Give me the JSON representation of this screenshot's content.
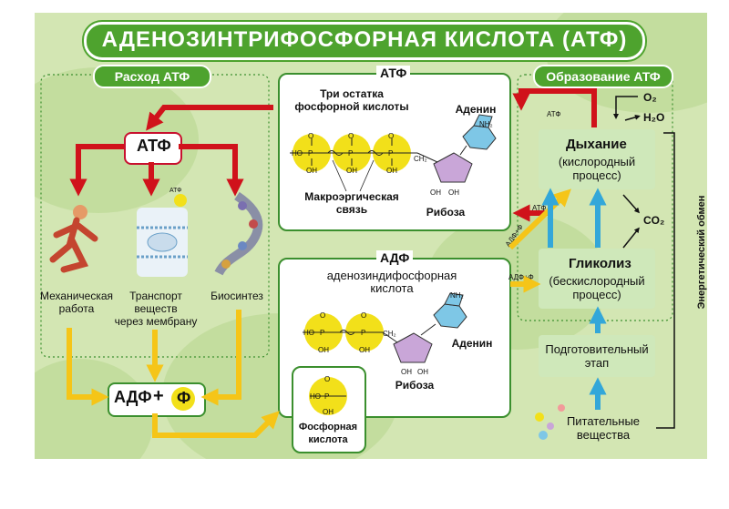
{
  "title": "АДЕНОЗИНТРИФОСФОРНАЯ КИСЛОТА (АТФ)",
  "left": {
    "header": "Расход АТФ",
    "atp_label": "АТФ",
    "uses": [
      {
        "label": "Механическая\nработа"
      },
      {
        "label": "Транспорт\nвеществ\nчерез мембрану"
      },
      {
        "label": "Биосинтез"
      }
    ],
    "adp_label": "АДФ",
    "plus": "+",
    "phi": "Ф",
    "atf_badge": "АТФ"
  },
  "atp_box": {
    "title": "АТФ",
    "three_residues": "Три остатка\nфосфорной кислоты",
    "adenine": "Аденин",
    "macro_bond": "Макроэргическая\nсвязь",
    "ribose": "Рибоза"
  },
  "adp_box": {
    "title": "АДФ",
    "subtitle": "аденозиндифосфорная\nкислота",
    "adenine": "Аденин",
    "ribose": "Рибоза"
  },
  "phosphoric": {
    "label": "Фосфорная\nкислота"
  },
  "right": {
    "header": "Образование АТФ",
    "o2": "O₂",
    "h2o": "H₂O",
    "co2": "CO₂",
    "atf_top": "АТФ",
    "atf_mid": "АТФ",
    "adp_f_1": "АДФ+Ф",
    "adp_f_2": "АДФ+Ф",
    "respiration": {
      "title": "Дыхание",
      "sub": "(кислородный\nпроцесс)"
    },
    "glycolysis": {
      "title": "Гликолиз",
      "sub": "(бескислородный\nпроцесс)"
    },
    "prep": "Подготовительный\nэтап",
    "nutrients": "Питательные\nвещества",
    "energy_exchange": "Энергетический обмен"
  },
  "chem": {
    "ho": "HO",
    "p": "P",
    "o": "O",
    "oh": "OH",
    "nh2": "NH₂",
    "n": "N",
    "h": "H",
    "ch2": "CH₂"
  }
}
